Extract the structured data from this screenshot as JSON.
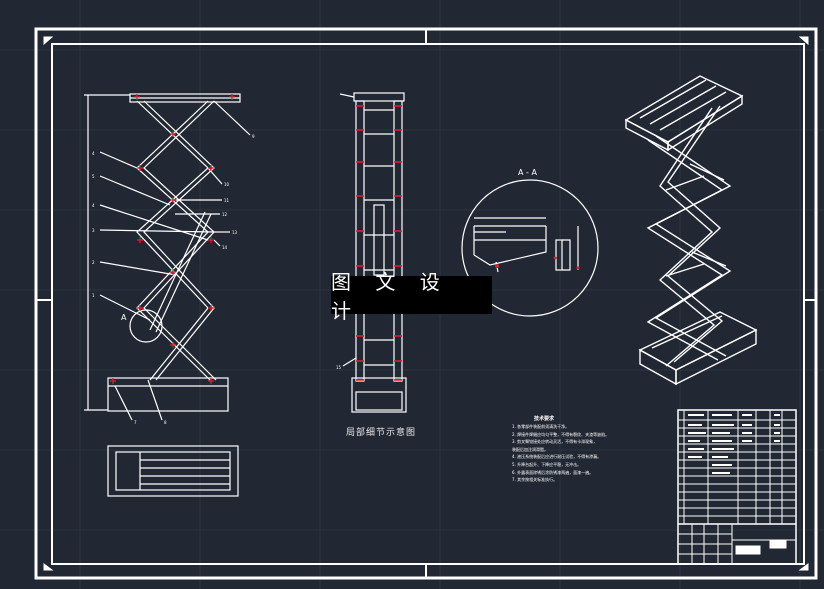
{
  "watermark": "图 文 设 计",
  "view_caption": "局部细节示意图",
  "section_label": "A - A",
  "detail_callout": "A",
  "tech_notes": {
    "title": "技术要求",
    "lines": [
      "1. 各零部件装配前须清洗干净。",
      "2. 焊接件焊缝应均匀平整，不得有裂纹、夹渣等缺陷。",
      "3. 剪叉臂铰接处应转动灵活，不得有卡滞现象，",
      "   装配后加注润滑脂。",
      "4. 液压系统装配后应进行耐压试验，不得有渗漏。",
      "5. 升降台起升、下降应平稳，无冲击。",
      "6. 外露表面除锈后涂防锈漆两遍，面漆一遍。",
      "7. 其余按相关标准执行。"
    ]
  },
  "part_labels": [
    "9",
    "4",
    "5",
    "4",
    "3",
    "2",
    "1",
    "10",
    "11",
    "12",
    "13",
    "14",
    "7",
    "8",
    "15"
  ],
  "colors": {
    "background": "#212833",
    "line": "#ffffff",
    "hinge": "#e0202a",
    "watermark_bg": "#000000"
  }
}
